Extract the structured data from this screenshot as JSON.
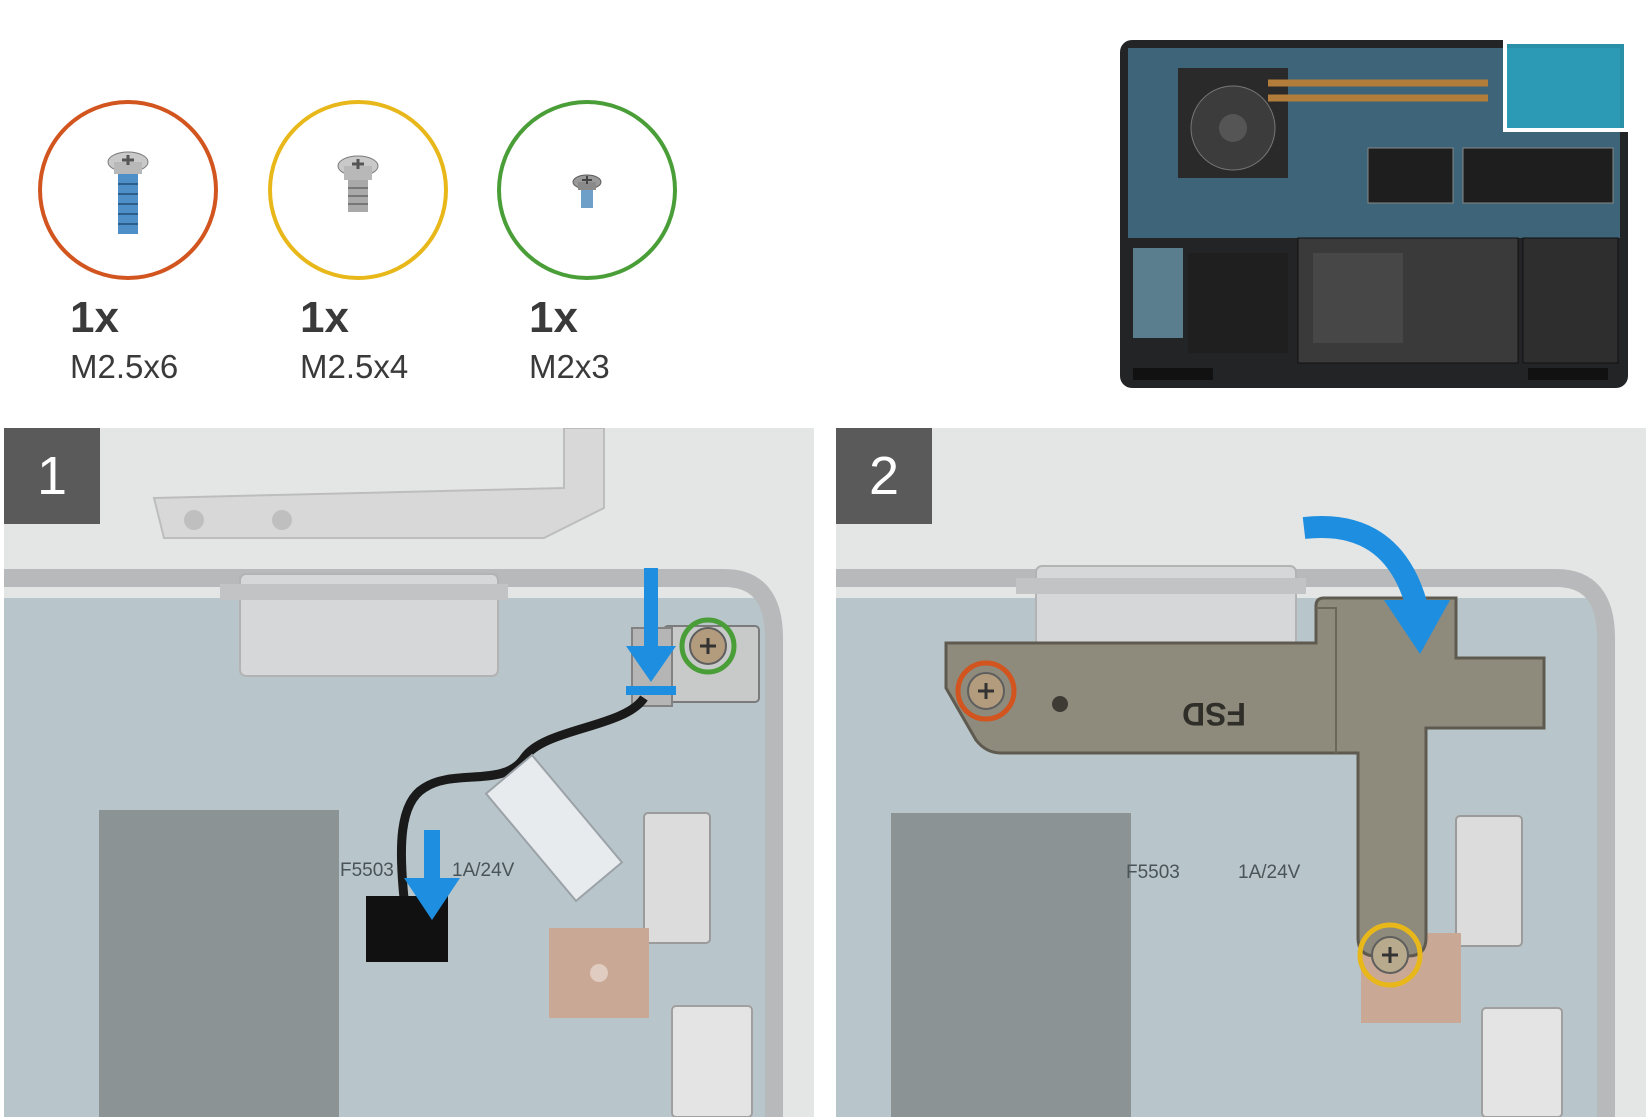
{
  "screws": [
    {
      "quantity": "1x",
      "size": "M2.5x6",
      "ring_color": "#d2541e"
    },
    {
      "quantity": "1x",
      "size": "M2.5x4",
      "ring_color": "#e8b81a"
    },
    {
      "quantity": "1x",
      "size": "M2x3",
      "ring_color": "#4a9e38"
    }
  ],
  "steps": [
    {
      "number": "1"
    },
    {
      "number": "2"
    }
  ],
  "board_labels": {
    "fuse": "F5503",
    "rating": "1A/24V",
    "bracket": "FSD"
  },
  "colors": {
    "arrow": "#1e8fe0",
    "highlight_box": "#ffffff",
    "board_blue": "#7fa4b4",
    "bracket_metal": "#8e8a7c"
  }
}
